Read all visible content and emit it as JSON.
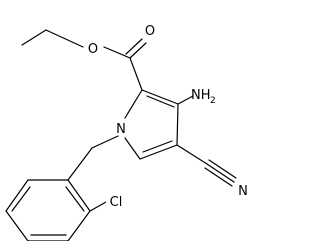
{
  "molecule": {
    "atoms": {
      "ester_o": "O",
      "carbonyl_o": "O",
      "amino_n": "NH",
      "amino_h_count": "2",
      "ring_n": "N",
      "nitrile_n": "N",
      "chlorine": "Cl"
    },
    "colors": {
      "bond": "#000000",
      "background": "#ffffff"
    }
  }
}
